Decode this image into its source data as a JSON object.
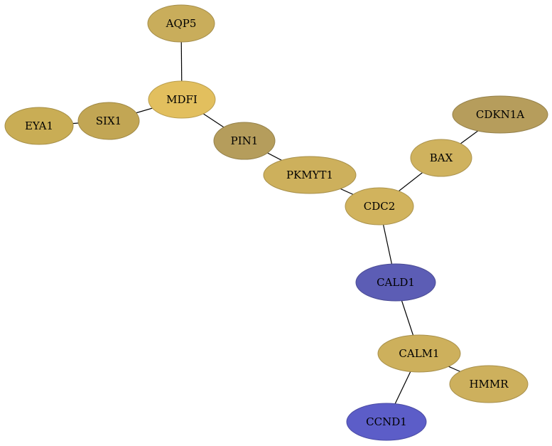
{
  "graph": {
    "nodes": [
      {
        "id": "AQP5",
        "label": "AQP5",
        "color": "#c9ad5b"
      },
      {
        "id": "MDFI",
        "label": "MDFI",
        "color": "#e2bf5e"
      },
      {
        "id": "SIX1",
        "label": "SIX1",
        "color": "#c2a654"
      },
      {
        "id": "EYA1",
        "label": "EYA1",
        "color": "#c9ad55"
      },
      {
        "id": "PIN1",
        "label": "PIN1",
        "color": "#b59d5c"
      },
      {
        "id": "PKMYT1",
        "label": "PKMYT1",
        "color": "#cdb05c"
      },
      {
        "id": "CDC2",
        "label": "CDC2",
        "color": "#d1b35d"
      },
      {
        "id": "BAX",
        "label": "BAX",
        "color": "#cfb25e"
      },
      {
        "id": "CDKN1A",
        "label": "CDKN1A",
        "color": "#b69d5c"
      },
      {
        "id": "CALD1",
        "label": "CALD1",
        "color": "#5c5db5"
      },
      {
        "id": "CALM1",
        "label": "CALM1",
        "color": "#cdb05c"
      },
      {
        "id": "HMMR",
        "label": "HMMR",
        "color": "#cdb05d"
      },
      {
        "id": "CCND1",
        "label": "CCND1",
        "color": "#5c5dc8"
      }
    ],
    "edges": [
      [
        "AQP5",
        "MDFI"
      ],
      [
        "MDFI",
        "SIX1"
      ],
      [
        "SIX1",
        "EYA1"
      ],
      [
        "MDFI",
        "PIN1"
      ],
      [
        "PIN1",
        "PKMYT1"
      ],
      [
        "PKMYT1",
        "CDC2"
      ],
      [
        "CDC2",
        "BAX"
      ],
      [
        "BAX",
        "CDKN1A"
      ],
      [
        "CDC2",
        "CALD1"
      ],
      [
        "CALD1",
        "CALM1"
      ],
      [
        "CALM1",
        "HMMR"
      ],
      [
        "CALM1",
        "CCND1"
      ]
    ]
  }
}
